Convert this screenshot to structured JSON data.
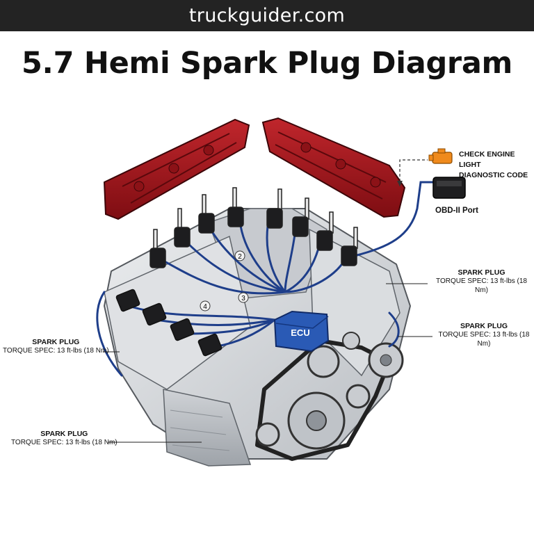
{
  "banner": {
    "site": "truckguider.com"
  },
  "title": "5.7 Hemi Spark Plug Diagram",
  "colors": {
    "banner_bg": "#232323",
    "valve_cover": "#a8161c",
    "wire": "#1e3e8a",
    "ecu": "#2a5ab5",
    "engine_metal": "#d8dadd",
    "check_engine": "#f08a1c"
  },
  "labels": {
    "check_engine": {
      "line1": "CHECK ENGINE LIGHT",
      "line2": "DIAGNOSTIC CODE",
      "icon": "check-engine-icon"
    },
    "obd_port": "OBD-II Port",
    "ecu": "ECU",
    "spark_plug_right_upper": {
      "line1": "SPARK PLUG",
      "line2": "TORQUE SPEC: 13 ft-lbs (18 Nm)"
    },
    "spark_plug_right_lower": {
      "line1": "SPARK PLUG",
      "line2": "TORQUE SPEC: 13 ft-lbs (18 Nm)"
    },
    "spark_plug_left_upper": {
      "line1": "SPARK PLUG",
      "line2": "TORQUE SPEC: 13 ft-lbs (18 Nm)"
    },
    "spark_plug_left_lower": {
      "line1": "SPARK PLUG",
      "line2": "TORQUE SPEC: 13 ft-lbs (18 Nm)"
    }
  },
  "cylinder_markers": [
    "2",
    "4",
    "3"
  ]
}
